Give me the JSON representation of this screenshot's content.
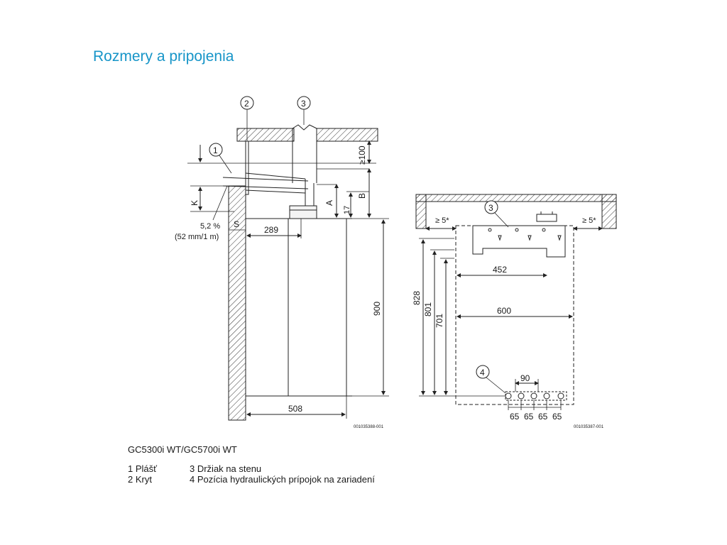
{
  "title": "Rozmery a pripojenia",
  "side_view": {
    "callouts": [
      "1",
      "2",
      "3"
    ],
    "dims": {
      "min_100": "≥100",
      "k": "K",
      "a": "A",
      "b": "B",
      "d17": "17",
      "s": "S",
      "d289": "289",
      "d900": "900",
      "d508": "508"
    },
    "slope": "5,2 %",
    "slope_detail": "(52 mm/1 m)",
    "code": "001035388-001"
  },
  "front_view": {
    "callouts": [
      "3",
      "4"
    ],
    "dims": {
      "clear_left": "≥ 5*",
      "clear_right": "≥ 5*",
      "d828": "828",
      "d801": "801",
      "d701": "701",
      "d452": "452",
      "d600": "600",
      "d90": "90",
      "spacing": [
        "65",
        "65",
        "65",
        "65"
      ]
    },
    "code": "001035387-001"
  },
  "model": "GC5300i WT/GC5700i WT",
  "legend": {
    "col1": [
      "1 Plášť",
      "2 Kryt"
    ],
    "col2": [
      "3 Držiak na stenu",
      "4 Pozícia hydraulických prípojok na zariadení"
    ]
  }
}
